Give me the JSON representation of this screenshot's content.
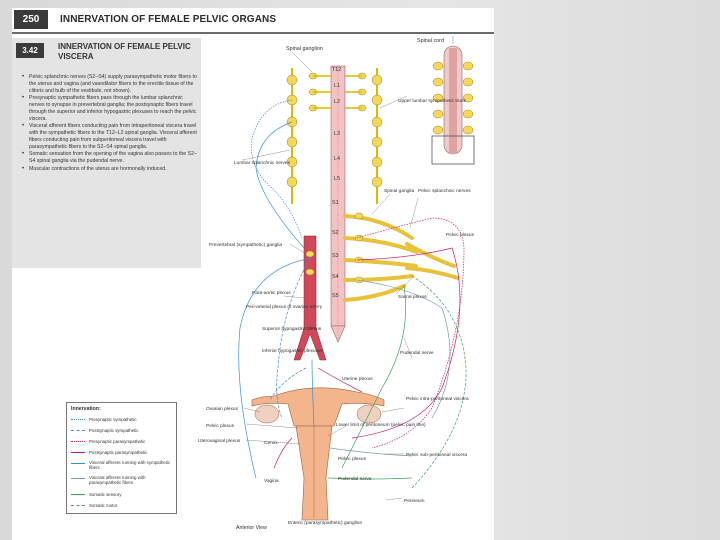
{
  "header": {
    "page_number": "250",
    "title": "INNERVATION OF FEMALE PELVIC ORGANS"
  },
  "figure": {
    "number": "3.42",
    "title": "INNERVATION OF FEMALE PELVIC VISCERA",
    "bullets": [
      "Pelvic splanchnic nerves (S2–S4) supply parasympathetic motor fibers to the uterus and vagina (and vasodilator fibers to the erectile tissue of the clitoris and bulb of the vestibule, not shown).",
      "Presynaptic sympathetic fibers pass through the lumbar splanchnic nerves to synapse in prevertebral ganglia; the postsynaptic fibers travel through the superior and inferior hypogastric plexuses to reach the pelvic viscera.",
      "Visceral afferent fibers conducting pain from intraperitoneal viscera travel with the sympathetic fibers to the T12–L2 spinal ganglia. Visceral afferent fibers conducting pain from subperitoneal viscera travel with parasympathetic fibers to the S2–S4 spinal ganglia.",
      "Somatic sensation from the opening of the vagina also passes to the S2–S4 spinal ganglia via the pudendal nerve.",
      "Muscular contractions of the uterus are hormonally induced."
    ],
    "labels": {
      "spinal_ganglion": "Spinal ganglion",
      "spinal_cord": "Spinal cord",
      "t12": "T12",
      "l1": "L1",
      "l2": "L2",
      "l3": "L3",
      "l4": "L4",
      "l5": "L5",
      "s1": "S1",
      "s2": "S2",
      "s3": "S3",
      "s4": "S4",
      "s5": "S5",
      "upper_lumbar_trunk": "Upper lumbar sympathetic trunk",
      "lumbar_splanchnic": "Lumbar splanchnic nerves",
      "spinal_ganglia": "Spinal ganglia",
      "pelvic_splanchnic": "Pelvic splanchnic nerves",
      "pelvic_plexus": "Pelvic plexus",
      "prevertebral_ganglia": "Prevertebral (sympathetic) ganglia",
      "sacral_plexus": "Sacral plexus",
      "para_aortic_plexus": "Para-aortic plexus",
      "peri_arterial_plexus": "Peri-arterial plexus of ovarian artery",
      "superior_hypogastric": "Superior hypogastric plexus",
      "inferior_hypogastric": "Inferior hypogastric plexuses",
      "pudendal_nerve_upper": "Pudendal nerve",
      "uterine_plexus": "Uterine plexus",
      "ovarian_plexus": "Ovarian plexus",
      "pelvic_plexus_left": "Pelvic plexus",
      "uterovaginal_plexus": "Uterovaginal plexus",
      "cervix": "Cervix",
      "lower_limit_peritoneum": "Lower limit of peritoneum (pelvic pain line)",
      "pelvic_intraperitoneal": "Pelvic intra-peritoneal viscera",
      "pelvic_subperitoneal": "Pelvic sub-peritoneal viscera",
      "pelvic_plexus_mid": "Pelvic plexus",
      "pudendal_nerve_lower": "Pudendal nerve",
      "vagina": "Vagina",
      "perineum": "Perineum",
      "enteric_ganglion": "Enteric (parasympathetic) ganglion",
      "anterior_view": "Anterior View"
    }
  },
  "legend": {
    "title": "Innervation:",
    "items": [
      {
        "label": "Presynaptic sympathetic",
        "color": "#3a8fd0",
        "style": "dotted"
      },
      {
        "label": "Postsynaptic sympathetic",
        "color": "#3a8fd0",
        "style": "dashed"
      },
      {
        "label": "Presynaptic parasympathetic",
        "color": "#c0206a",
        "style": "dotted"
      },
      {
        "label": "Postsynaptic parasympathetic",
        "color": "#c0206a",
        "style": "solid"
      },
      {
        "label": "Visceral afferent running with sympathetic fibers",
        "color": "#3a8fd0",
        "style": "solid"
      },
      {
        "label": "Visceral afferent running with parasympathetic fibers",
        "color": "#7a9ab0",
        "style": "solid"
      },
      {
        "label": "Somatic sensory",
        "color": "#3aa35a",
        "style": "solid"
      },
      {
        "label": "Somatic motor",
        "color": "#3aa35a",
        "style": "dashed"
      }
    ]
  }
}
